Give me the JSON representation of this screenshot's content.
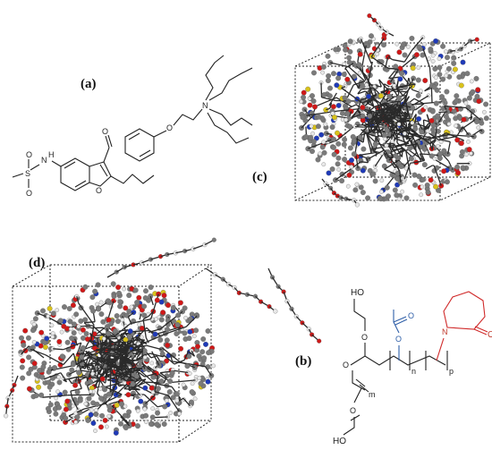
{
  "panels": {
    "a": {
      "label": "(a)"
    },
    "b": {
      "label": "(b)"
    },
    "c": {
      "label": "(c)"
    },
    "d": {
      "label": "(d)"
    }
  },
  "structure_a": {
    "atoms": {
      "N": "N",
      "O": "O",
      "S": "S",
      "H": "H"
    }
  },
  "structure_b": {
    "atoms": {
      "OH": "HO",
      "O": "O",
      "N": "N"
    },
    "subscripts": {
      "m": "m",
      "n": "n",
      "p": "p"
    },
    "colors": {
      "acetate": "#2f5fa8",
      "caprolactam": "#d02a2a",
      "backbone": "#222222"
    }
  },
  "atom_colors": {
    "carbon": "#7a7a7a",
    "hydrogen": "#e8e8e8",
    "oxygen": "#d01818",
    "nitrogen": "#1f3ab8",
    "sulfur": "#d9c21a"
  }
}
